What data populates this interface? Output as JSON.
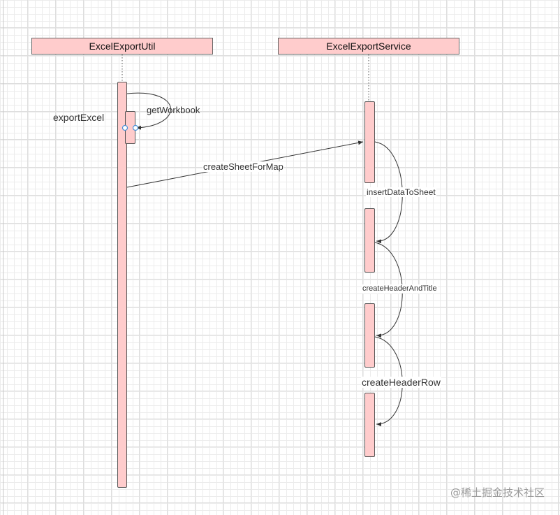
{
  "participants": [
    {
      "name": "ExcelExportUtil"
    },
    {
      "name": "ExcelExportService"
    }
  ],
  "messages": {
    "export_excel": "exportExcel",
    "get_workbook": "getWorkbook",
    "create_sheet_for_map": "createSheetForMap",
    "insert_data_to_sheet": "insertDataToSheet",
    "create_header_and_title": "createHeaderAndTitle",
    "create_header_row": "createHeaderRow"
  },
  "watermark": "@稀土掘金技术社区",
  "colors": {
    "box_fill": "#ffcccc",
    "box_border": "#666666",
    "line": "#333333",
    "grid": "#ececec",
    "port": "#4a90d9"
  }
}
